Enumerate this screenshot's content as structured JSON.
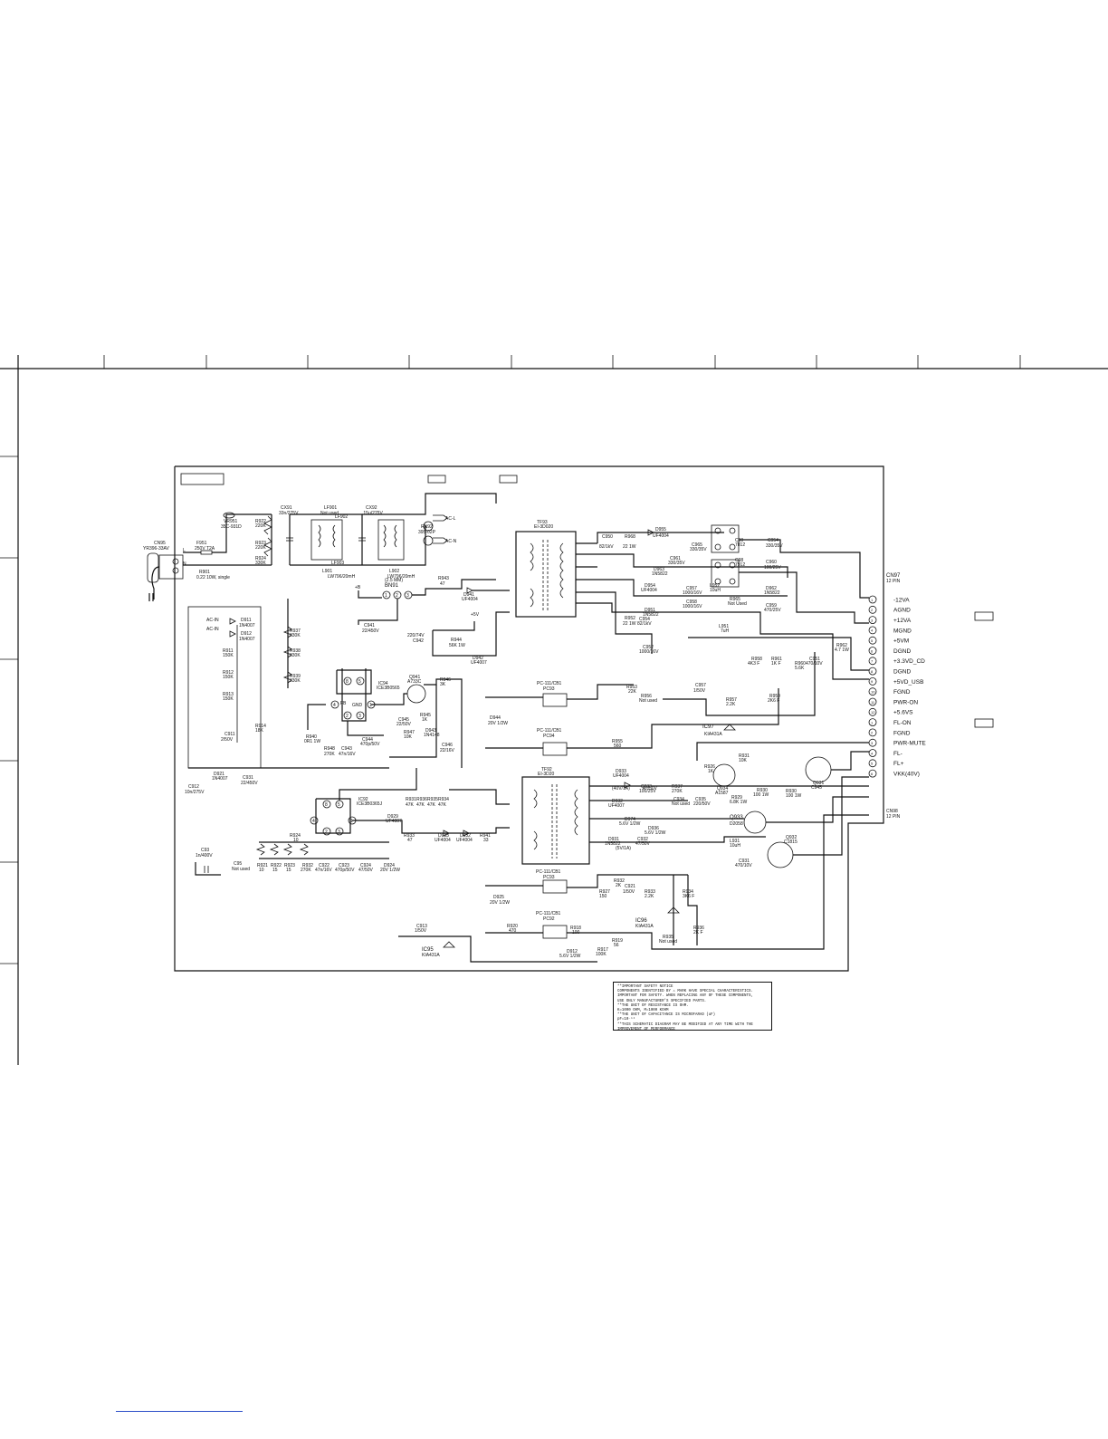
{
  "schematic": {
    "power_cord": {
      "ref": "CN95",
      "part": "YR396-33AV",
      "fuse": "F951",
      "fuse_rating": "250V T2A",
      "pin_L": "L",
      "pin_N": "N"
    },
    "top_labels": {
      "varistor": "VR951",
      "varistor_note": "35C-931D",
      "r_bank": [
        "R922",
        "220K",
        "R923",
        "220K",
        "R924",
        "330K"
      ],
      "cx": [
        "CX91",
        "33n/275V",
        "CX92",
        ".15u/275V"
      ],
      "line_filters": [
        "LF901",
        "LF902",
        "LF903"
      ],
      "chokes": [
        "L901",
        "L902"
      ],
      "lf_values": [
        "LW796/20mH",
        "LW796/20mH"
      ],
      "not_used": "Not used",
      "relay": [
        "RN92",
        "395-02P"
      ],
      "ac_l": "AC-L",
      "ac_n": "AC-N"
    },
    "primary": {
      "r901": "R901",
      "r901v": "0.22 10W, single",
      "bn91": "BN91",
      "bn_pins": [
        "1",
        "2",
        "3"
      ],
      "bn_note": "(2.5 MM)",
      "d941": "D941",
      "d941p": "UF4004",
      "r943": "R943",
      "r943v": "47",
      "c941": "C941",
      "c941v": "22/450V",
      "r937": "R937",
      "r937v": "330K",
      "r938": "R938",
      "r938v": "330K",
      "r939": "R939",
      "r939v": "330K",
      "bridge_labels": [
        "AC-IN",
        "D911",
        "1N4007",
        "D912",
        "1N4007"
      ],
      "r911": "R911",
      "r911v": "150K",
      "r912": "R912",
      "r912v": "150K",
      "r913": "R913",
      "r913v": "150K",
      "c911": "C911",
      "c911v": "2/50V",
      "r914": "R914",
      "r914v": "18K",
      "d921": "D921",
      "d921p": "1N4007",
      "c912": "C912",
      "c912v": "10n/275V",
      "c931": "C931",
      "c931v": "22/450V",
      "c942": "C942",
      "c942v": "220/74V",
      "r944": "R944",
      "r944v": "56K 1W",
      "d942": "D942",
      "d942p": "UF4007",
      "plus_b": "+B",
      "hv": "+5V",
      "c9x1": "C93",
      "c9x1v": "1n/400V",
      "c9x2": "C95",
      "c9x2v": "Not used"
    },
    "ic_top": {
      "ref": "IC94",
      "part": "ICE3B0565",
      "pins": [
        "8",
        "5",
        "4",
        "1",
        "2",
        "3"
      ],
      "label_fb": "FB",
      "label_gnd": "GND",
      "r940": "R940",
      "r940v": "0R1 1W",
      "r948": "R948",
      "r948v": "270K",
      "c943": "C943",
      "c943v": "47n/16V",
      "c944": "C944",
      "c944v": "470p/50V",
      "c945": "C945",
      "c945v": "22/50V",
      "q941": "Q941",
      "q941p": "A733C",
      "r945": "R945",
      "r945v": "1K",
      "r947": "R947",
      "r947v": "10K",
      "d943": "D943",
      "d943p": "1N4148",
      "c946": "C946",
      "c946v": "22/16V",
      "r946": "R946",
      "r946v": "3K"
    },
    "ic_bottom": {
      "ref": "IC92",
      "part": "ICE3B0365J",
      "pins": [
        "8",
        "5",
        "4",
        "1",
        "2",
        "3"
      ],
      "r924": "R924",
      "r924v": "10",
      "res_row": [
        "R921",
        "10",
        "R922",
        "15",
        "R923",
        "15",
        "R932",
        "270K",
        "C922",
        "47n/16V",
        "C923",
        "470p/50V",
        "C924",
        "47/50V",
        "D924",
        "20V 1/2W"
      ],
      "d929": "D929",
      "d929p": "UF4007",
      "r933": "R933",
      "r933v": "47",
      "d933": "D933",
      "d933p": "UF4004",
      "d932": "D932",
      "d932p": "UF4004",
      "r941": "R941",
      "r941v": "33",
      "r9xx": [
        "R931",
        "R936",
        "R935",
        "R934",
        "47K",
        "47K",
        "47K",
        "47K"
      ]
    },
    "transformers": {
      "t1": "TF93",
      "t1p": "EI-3D020",
      "t2": "TF92",
      "t2p": "EI-3D20"
    },
    "secondary_top": {
      "c950": "C950",
      "c950v": "82/1kV",
      "r968": "R968",
      "r968v": "22 1W",
      "d955": "D955",
      "d955p": "UF4004",
      "c965": "C965",
      "c965v": "330/35V",
      "c961": "C961",
      "c961v": "330/35V",
      "d9x1": "D963",
      "d9x1p": "1N5822",
      "c957": "C957",
      "c957v": "1000/16V",
      "d954": "D954",
      "d954p": "UF4004",
      "l952": "L952",
      "l952v": "10uH",
      "c958": "C958",
      "c958v": "1000/16V",
      "r965": "R965",
      "r965v": "Not Used",
      "c959": "C959",
      "c959v": "470/25V",
      "c954": "C954",
      "c954v": "330/35V",
      "c960": "C960",
      "c960v": "100/25V",
      "d9x3": "D962",
      "d9x3p": "1N5822",
      "d9x4": "D951",
      "d9x4p": "1N5822",
      "l951": "L951",
      "l951v": "7uH",
      "c952": "C952",
      "c952v": "1000/16V",
      "r952": "R952",
      "r952v": "22 1W",
      "c954b": "C954",
      "c954bv": "82/1kV",
      "c90a": "C90",
      "c90b": "C98",
      "reg_labels": [
        "7812",
        "7912"
      ],
      "r958": "R958",
      "r958v": "4K3 F",
      "r961": "R961",
      "r961v": "1K F",
      "r960": "R960",
      "r960v": "5.6K",
      "c951": "C951",
      "c951v": "470/10V",
      "r962": "R962",
      "r962v": "4.7 1W",
      "r953": "R953",
      "r953v": "22K",
      "r956": "R956",
      "r956v": "Not used",
      "c957b": "C957",
      "c957bv": "1/50V",
      "r957": "R957",
      "r957v": "2.2K",
      "r959": "R959",
      "r959v": "2K6 F",
      "r955": "R955",
      "r955v": "560",
      "ic97": "IC97",
      "ic97p": "KIA431A",
      "pc93": "PC93",
      "pc93p": "PC-111/CB1",
      "pc94": "PC94",
      "pc94p": "PC-111/CB1",
      "d944": "D944",
      "d944p": "20V 1/2W"
    },
    "secondary_bottom": {
      "d933": "D933",
      "d933p": "UF4004",
      "c933": "C933",
      "c933v": "100/25V",
      "d932": "D932",
      "d932p": "UF4007",
      "c932": "C932",
      "c932v": "47/50V",
      "r937": "R937",
      "r937v": "270K",
      "c934": "C934",
      "c934v": "Not used",
      "c935": "C935",
      "c935v": "220/50V",
      "d974": "D974",
      "d974p": "5.6V 1/2W",
      "d936": "D936",
      "d936p": "5.6V 1/2W",
      "d931": "D931",
      "d931p": "1N5822",
      "d939": "D939",
      "d939p": "1N4148",
      "c939": "C939",
      "c939v": "470/10V",
      "note_40v": "(40V/1A)",
      "note_5v": "(5V/1A)",
      "q934": "Q934",
      "q934p": "A1587",
      "q933": "Q933",
      "q933p": "D2058",
      "q931": "Q931",
      "q931p": "C945",
      "q932": "Q932",
      "q932p": "C1815",
      "r931": "R931",
      "r931v": "10K",
      "r926": "R926",
      "r926v": "1K",
      "r929": "R929",
      "r929v": "6.8K 1W",
      "r930": "R930",
      "r930v": "100 1W",
      "l931": "L931",
      "l931v": "10uH",
      "c931": "C931",
      "c931v": "470/10V",
      "ic96": "IC96",
      "ic96p": "KIA431A",
      "ic95": "IC95",
      "ic95p": "KIA431A",
      "pc93": "PC93",
      "pc93p": "PC-111/CB1",
      "pc92": "PC92",
      "pc92p": "PC-111/CB1",
      "d925": "D925",
      "d925p": "20V 1/2W",
      "d912": "D912",
      "d912p": "5.6V 1/2W",
      "r932": "R932",
      "r932v": "2K",
      "r927": "R927",
      "r927v": "150",
      "r933": "R933",
      "r933v": "2.2K",
      "r934": "R934",
      "r934v": "3K6 F",
      "r936": "R936",
      "r936v": "2K F",
      "r935": "R935",
      "r935v": "Not used",
      "r917": "R917",
      "r917v": "100K",
      "r918": "R918",
      "r918v": "100",
      "r919": "R919",
      "r919v": "56",
      "r920": "R920",
      "r920v": "470",
      "c913": "C913",
      "c913v": "1/50V",
      "c921": "C921",
      "c921v": "1/50V"
    },
    "connector": {
      "ref": "CN97",
      "subref": "12 PIN",
      "ref2": "CN98",
      "subref2": "12 PIN",
      "pins": [
        "-12VA",
        "AGND",
        "+12VA",
        "MGND",
        "+5VM",
        "DGND",
        "+3.3VD_CD",
        "DGND",
        "+5VD_USB",
        "FGND",
        "PWR-ON",
        "+5.6VS",
        "FL-ON",
        "FGND",
        "PWR-MUTE",
        "FL-",
        "FL+",
        "VKK(40V)"
      ],
      "numbers": [
        "1",
        "2",
        "3",
        "4",
        "5",
        "6",
        "7",
        "8",
        "9",
        "10",
        "11",
        "12",
        "1",
        "2",
        "3",
        "4",
        "5",
        "6"
      ]
    },
    "notice": [
      "**IMPORTANT SAFETY NOTICE",
      "  COMPONENTS IDENTIFIED BY ⚠ MARK HAVE SPECIAL CHARACTERISTICS.",
      "  IMPORTANT FOR SAFETY. WHEN REPLACING ANY OF THESE COMPONENTS,",
      "  USE ONLY MANUFACTURER'S SPECIFIED PARTS.",
      "**THE UNIT OF RESISTANCE IS OHM.",
      "  K=1000 OHM, M=1000 KOHM",
      "**THE UNIT OF CAPACITANCE IS MICROFARAD (uF)",
      "  pF=10⁻¹²",
      "**THIS SCHEMATIC DIAGRAM MAY BE MODIFIED AT ANY TIME WITH THE",
      "  IMPROVEMENT OF PERFORMANCE"
    ]
  }
}
